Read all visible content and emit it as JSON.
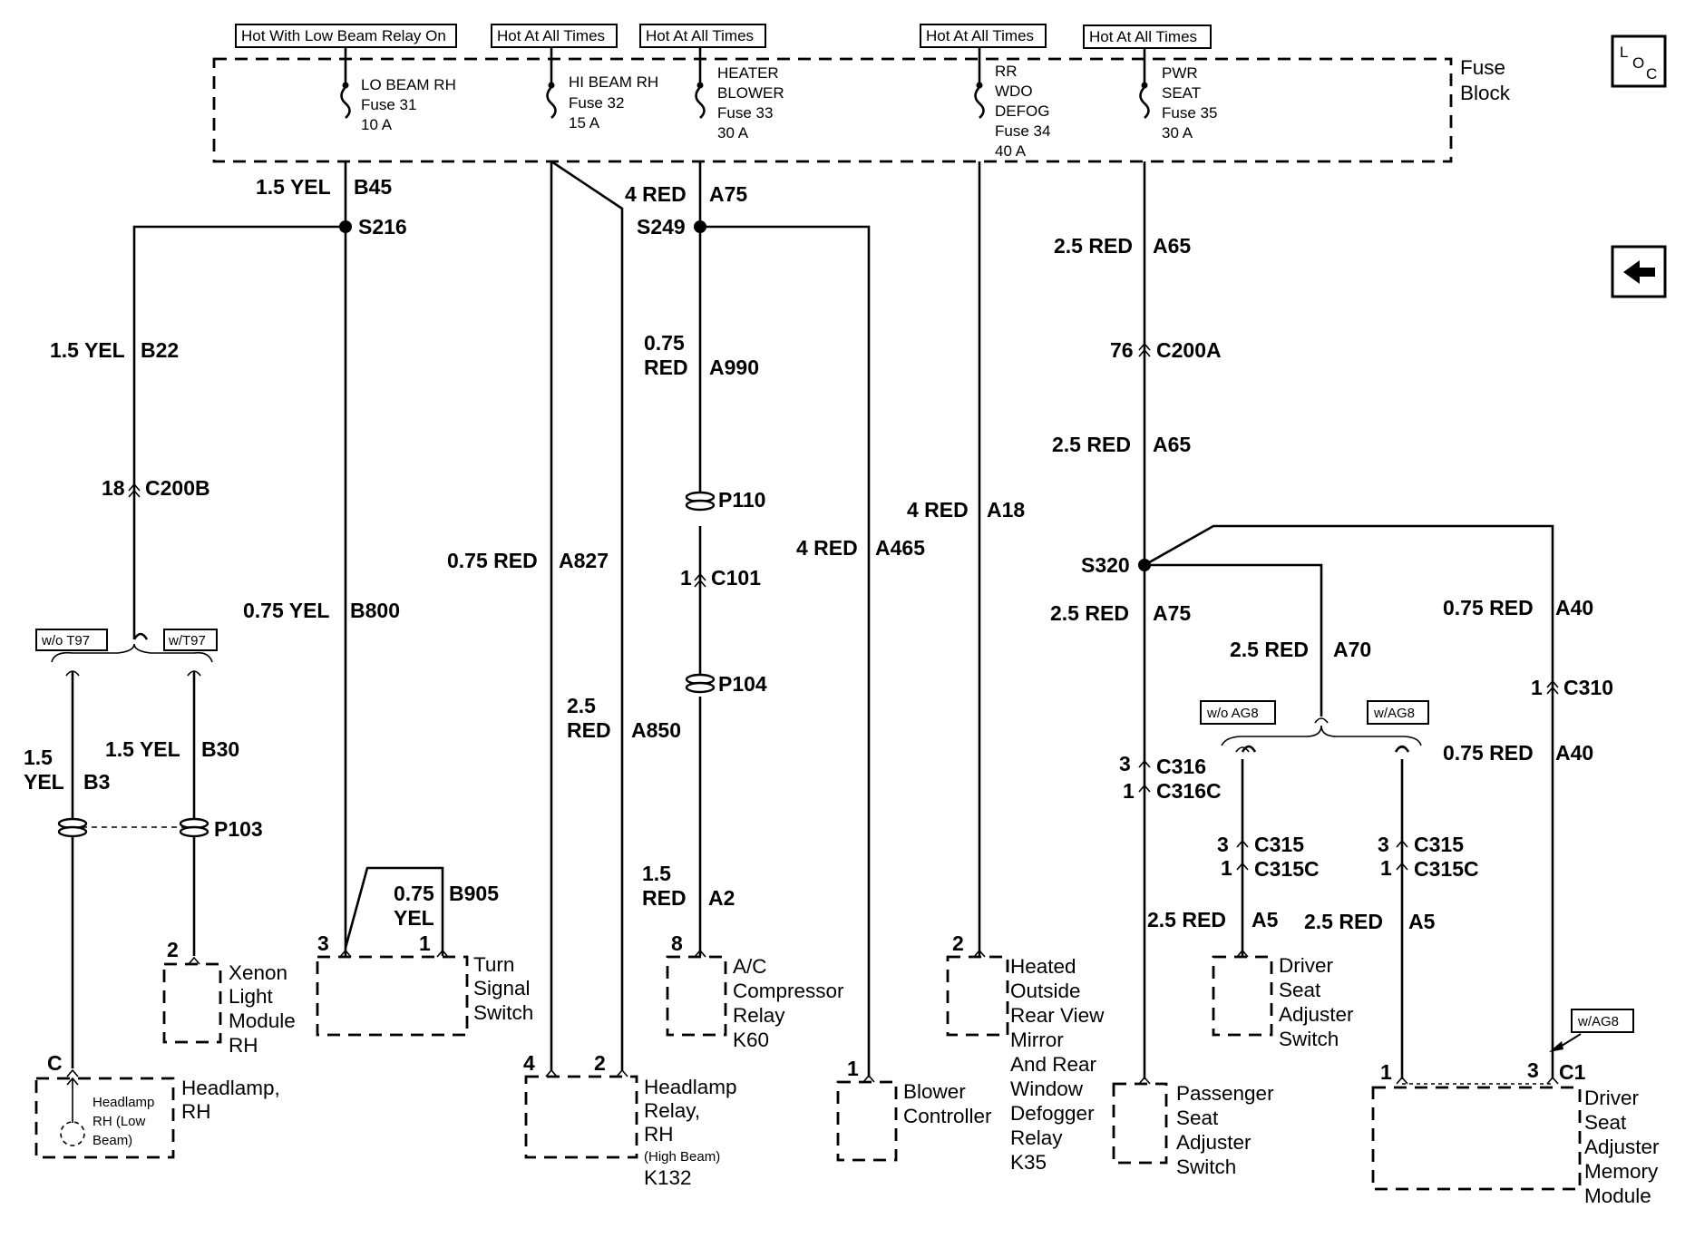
{
  "fuse_block": {
    "label_line1": "Fuse",
    "label_line2": "Block",
    "fuses": [
      {
        "condition": "Hot With Low Beam Relay On",
        "lines": [
          "LO BEAM RH",
          "Fuse 31",
          "10 A"
        ]
      },
      {
        "condition": "Hot At All Times",
        "lines": [
          "HI BEAM RH",
          "Fuse 32",
          "15 A"
        ]
      },
      {
        "condition": "Hot At All Times",
        "lines": [
          "HEATER",
          "BLOWER",
          "Fuse 33",
          "30 A"
        ]
      },
      {
        "condition": "Hot At All Times",
        "lines": [
          "RR",
          "WDO",
          "DEFOG",
          "Fuse 34",
          "40 A"
        ]
      },
      {
        "condition": "Hot At All Times",
        "lines": [
          "PWR",
          "SEAT",
          "Fuse 35",
          "30 A"
        ]
      }
    ]
  },
  "nav": {
    "loc_letters": [
      "L",
      "O",
      "C"
    ],
    "back_icon": "left-arrow-icon"
  },
  "wires": {
    "b45": {
      "gauge": "1.5 YEL",
      "circuit": "B45"
    },
    "b22": {
      "gauge": "1.5 YEL",
      "circuit": "B22"
    },
    "b800": {
      "gauge": "0.75 YEL",
      "circuit": "B800"
    },
    "b3": {
      "gauge_line1": "1.5",
      "gauge_line2": "YEL",
      "circuit": "B3"
    },
    "b30": {
      "gauge": "1.5 YEL",
      "circuit": "B30"
    },
    "b905": {
      "gauge_line1": "0.75",
      "gauge_line2": "YEL",
      "circuit": "B905"
    },
    "a827": {
      "gauge": "0.75 RED",
      "circuit": "A827"
    },
    "a850": {
      "gauge_line1": "2.5",
      "gauge_line2": "RED",
      "circuit": "A850"
    },
    "a75_top": {
      "gauge": "4 RED",
      "circuit": "A75"
    },
    "a990": {
      "gauge_line1": "0.75",
      "gauge_line2": "RED",
      "circuit": "A990"
    },
    "a2": {
      "gauge_line1": "1.5",
      "gauge_line2": "RED",
      "circuit": "A2"
    },
    "a465": {
      "gauge": "4 RED",
      "circuit": "A465"
    },
    "a18": {
      "gauge": "4 RED",
      "circuit": "A18"
    },
    "a65_top": {
      "gauge": "2.5 RED",
      "circuit": "A65"
    },
    "a65_mid": {
      "gauge": "2.5 RED",
      "circuit": "A65"
    },
    "a75_low": {
      "gauge": "2.5 RED",
      "circuit": "A75"
    },
    "a70": {
      "gauge": "2.5 RED",
      "circuit": "A70"
    },
    "a40_top": {
      "gauge": "0.75 RED",
      "circuit": "A40"
    },
    "a40_low": {
      "gauge": "0.75 RED",
      "circuit": "A40"
    },
    "a5_left": {
      "gauge": "2.5 RED",
      "circuit": "A5"
    },
    "a5_right": {
      "gauge": "2.5 RED",
      "circuit": "A5"
    }
  },
  "splices": {
    "s216": "S216",
    "s249": "S249",
    "s320": "S320"
  },
  "grounds": {
    "p110": "P110",
    "p104": "P104",
    "p103": "P103"
  },
  "connectors": {
    "c200b": {
      "pin": "18",
      "name": "C200B"
    },
    "c101": {
      "pin": "1",
      "name": "C101"
    },
    "c200a": {
      "pin": "76",
      "name": "C200A"
    },
    "c310": {
      "pin": "1",
      "name": "C310"
    },
    "c316": {
      "pin1": "3",
      "name1": "C316",
      "pin2": "1",
      "name2": "C316C"
    },
    "c315_left": {
      "pin1": "3",
      "name1": "C315",
      "pin2": "1",
      "name2": "C315C"
    },
    "c315_right": {
      "pin1": "3",
      "name1": "C315",
      "pin2": "1",
      "name2": "C315C"
    }
  },
  "options": {
    "wo_t97": "w/o T97",
    "w_t97": "w/T97",
    "wo_ag8": "w/o AG8",
    "w_ag8": "w/AG8",
    "w_ag8_module": "w/AG8"
  },
  "devices": {
    "headlamp": {
      "pin": "C",
      "name_lines": [
        "Headlamp,",
        "RH"
      ],
      "inner_lines": [
        "Headlamp",
        "RH (Low",
        "Beam)"
      ]
    },
    "xenon": {
      "pin": "2",
      "name_lines": [
        "Xenon",
        "Light",
        "Module",
        "RH"
      ]
    },
    "turn_signal": {
      "pin_left": "3",
      "pin_right": "1",
      "name_lines": [
        "Turn",
        "Signal",
        "Switch"
      ]
    },
    "headlamp_relay": {
      "pin_left": "4",
      "pin_right": "2",
      "name_lines": [
        "Headlamp",
        "Relay,",
        "RH"
      ],
      "sub": "(High Beam)",
      "id": "K132"
    },
    "ac_relay": {
      "pin": "8",
      "name_lines": [
        "A/C",
        "Compressor",
        "Relay",
        "K60"
      ]
    },
    "blower": {
      "pin": "1",
      "name_lines": [
        "Blower",
        "Controller"
      ]
    },
    "defog_relay": {
      "pin": "2",
      "name_lines": [
        "Heated",
        "Outside",
        "Rear View",
        "Mirror",
        "And Rear",
        "Window",
        "Defogger",
        "Relay",
        "K35"
      ]
    },
    "passenger_seat": {
      "name_lines": [
        "Passenger",
        "Seat",
        "Adjuster",
        "Switch"
      ]
    },
    "driver_seat_switch": {
      "name_lines": [
        "Driver",
        "Seat",
        "Adjuster",
        "Switch"
      ]
    },
    "driver_memory": {
      "pin_left": "1",
      "pin_right": "3",
      "conn": "C1",
      "name_lines": [
        "Driver",
        "Seat",
        "Adjuster",
        "Memory",
        "Module"
      ]
    }
  }
}
